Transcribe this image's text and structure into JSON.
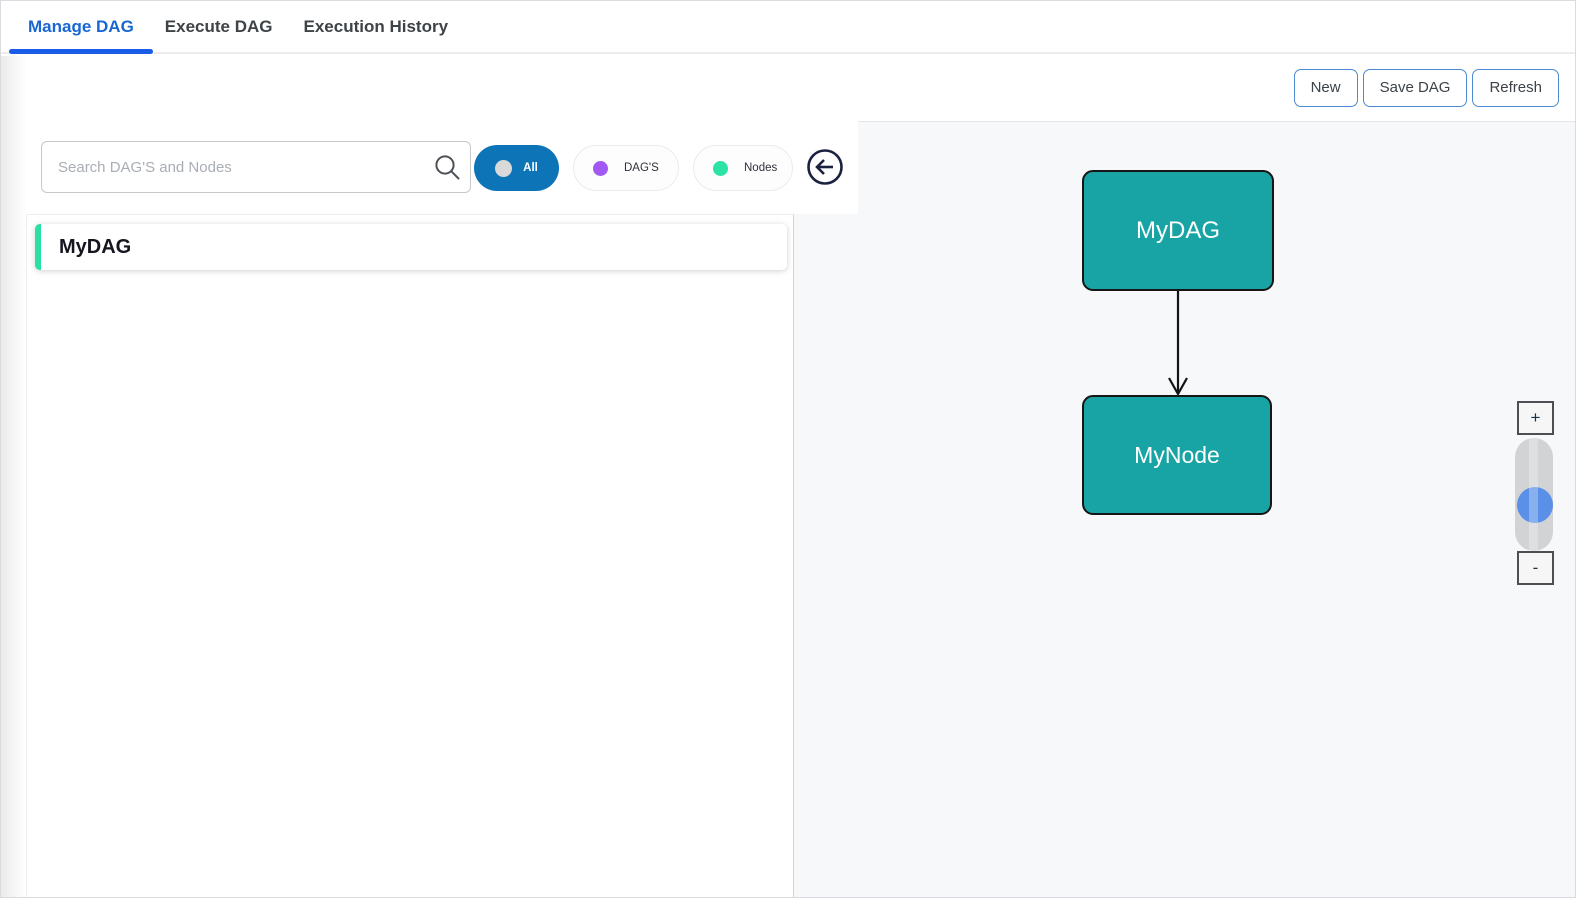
{
  "tabs": {
    "items": [
      {
        "label": "Manage DAG",
        "active": true
      },
      {
        "label": "Execute DAG",
        "active": false
      },
      {
        "label": "Execution History",
        "active": false
      }
    ]
  },
  "toolbar": {
    "buttons": [
      {
        "label": "New"
      },
      {
        "label": "Save DAG"
      },
      {
        "label": "Refresh"
      }
    ]
  },
  "sidebar": {
    "search": {
      "placeholder": "Search DAG'S and Nodes",
      "value": ""
    },
    "filters": [
      {
        "label": "All",
        "dot_color": "#d9d9d9",
        "active": true
      },
      {
        "label": "DAG'S",
        "dot_color": "#a259f3",
        "active": false
      },
      {
        "label": "Nodes",
        "dot_color": "#2be3a4",
        "active": false
      }
    ],
    "items": [
      {
        "label": "MyDAG",
        "accent_color": "#2ae0a2"
      }
    ]
  },
  "canvas": {
    "nodes": [
      {
        "id": "MyDAG",
        "label": "MyDAG"
      },
      {
        "id": "MyNode",
        "label": "MyNode"
      }
    ],
    "edges": [
      {
        "from": "MyDAG",
        "to": "MyNode"
      }
    ],
    "node_fill": "#18a4a4",
    "zoom": {
      "in_label": "+",
      "out_label": "-",
      "slider_color": "#5b90e8"
    }
  },
  "colors": {
    "active_tab": "#1967d2",
    "tab_underline": "#1a5ce8",
    "pill_active_bg": "#0e74b8",
    "button_border": "#4e89d4",
    "canvas_bg": "#f7f8fa"
  }
}
